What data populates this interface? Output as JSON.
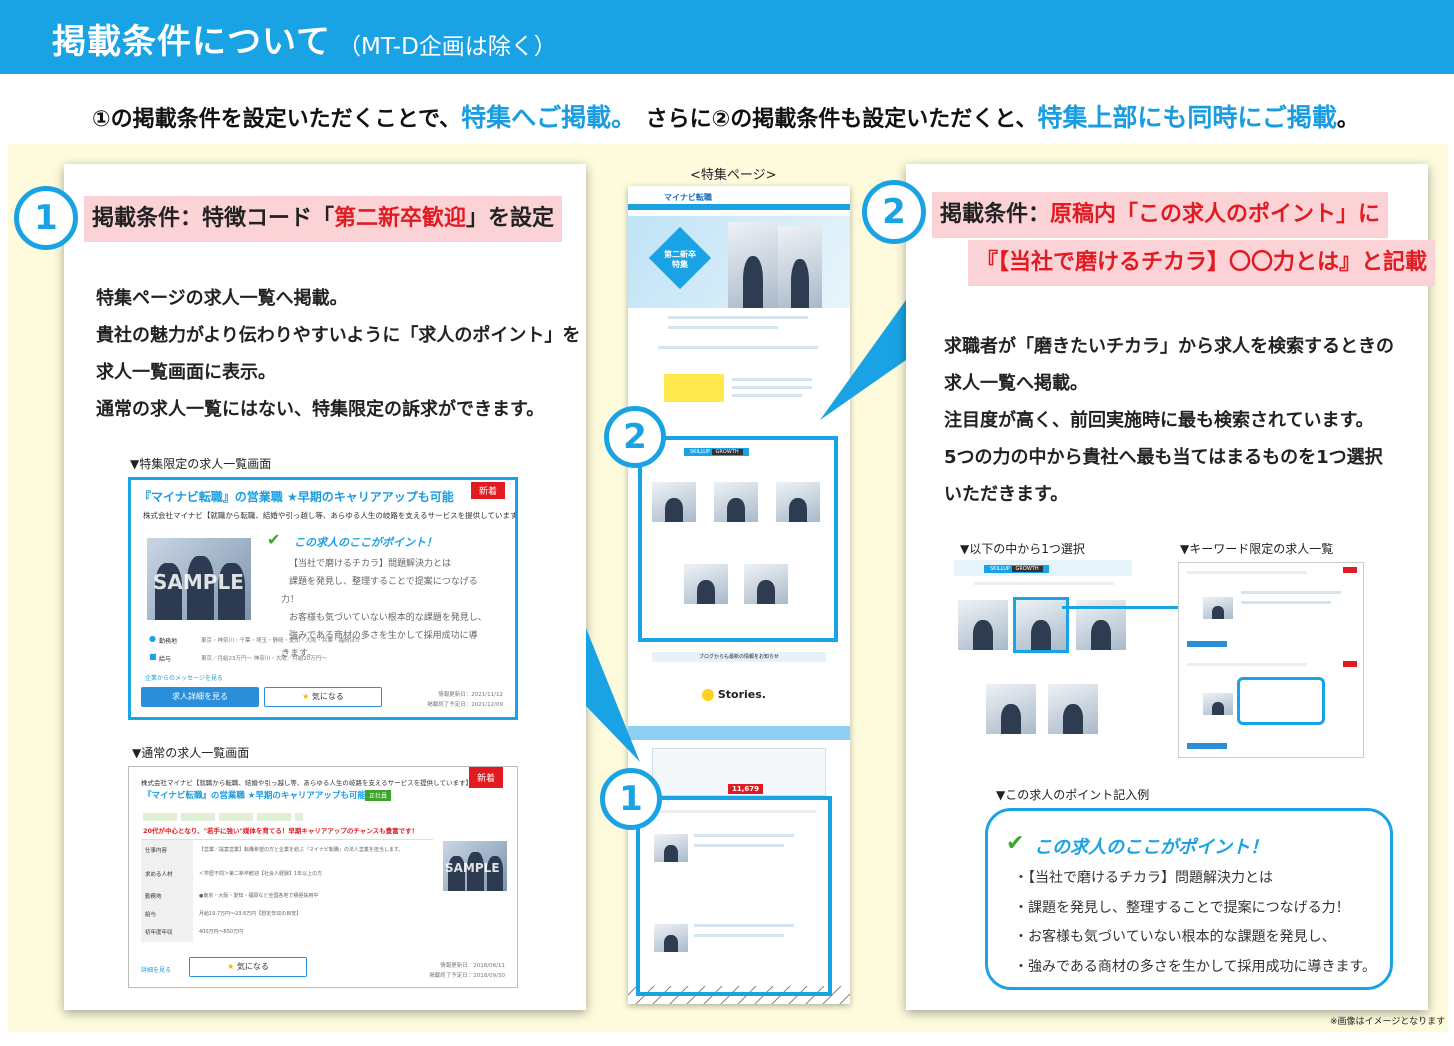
{
  "header": {
    "title": "掲載条件について",
    "subtitle": "（MT-D企画は除く）"
  },
  "lead": {
    "part1": "①の掲載条件を設定いただくことで、",
    "hl1": "特集へご掲載。",
    "part2": "　さらに②の掲載条件も設定いただくと、",
    "hl2": "特集上部にも同時にご掲載",
    "part3": "。"
  },
  "left": {
    "num": "1",
    "cond_pre": "掲載条件：特徴コード「",
    "cond_hl": "第二新卒歓迎",
    "cond_post": "」を設定",
    "body": [
      "特集ページの求人一覧へ掲載。",
      "貴社の魅力がより伝わりやすいように「求人のポイント」を",
      "求人一覧画面に表示。",
      "通常の求人一覧にはない、特集限定の訴求ができます。"
    ],
    "cap1": "▼特集限定の求人一覧画面",
    "cap2": "▼通常の求人一覧画面",
    "card1": {
      "title": "『マイナビ転職』の営業職 ★早期のキャリアアップも可能",
      "badge": "新着",
      "company": "株式会社マイナビ【就職から転職、結婚や引っ越し等、あらゆる人生の岐路を支えるサービスを提供しています】",
      "point_title": "この求人のここがポイント！",
      "points": [
        "【当社で磨けるチカラ】問題解決力とは",
        "課題を発見し、整理することで提案につなげる",
        "力！",
        "お客様も気づいていない根本的な課題を発見し、",
        "強みである商材の多さを生かして採用成功に導",
        "きます。"
      ],
      "sample": "SAMPLE",
      "label1": "勤務地",
      "val1": "東京・神奈川・千葉・埼玉・静岡・愛知・大阪・兵庫・福岡ほか",
      "label2": "給与",
      "val2": "東京／月給23万円〜 神奈川・大阪／月給20万円〜",
      "link": "企業からのメッセージを見る",
      "btn1": "求人詳細を見る",
      "btn2": "気になる",
      "date1": "情報更新日：2021/11/12",
      "date2": "掲載終了予定日：2021/12/09"
    },
    "card2": {
      "company": "株式会社マイナビ【就職から転職、結婚や引っ越し等、あらゆる人生の岐路を支えるサービスを提供しています】",
      "title": "『マイナビ転職』の営業職 ★早期のキャリアアップも可能",
      "tag": "正社員",
      "badge": "新着",
      "catch": "20代が中心となり、\"若手に強い\"媒体を育てる！早期キャリアアップのチャンスも豊富です！",
      "rows": [
        [
          "仕事内容",
          "【営業／提案営業】転職希望の方と企業を結ぶ『マイナビ転職』の法人営業を担当します。"
        ],
        [
          "求める人材",
          "＜学歴不問＞第二新卒歓迎【社会人経験】1年以上の方"
        ],
        [
          "勤務地",
          "●東京・大阪・愛知・福岡など全国各地で積極採用中"
        ],
        [
          "給与",
          "月給19.7万円〜23.6万円【想定年収の目安】"
        ],
        [
          "初年度年収",
          "400万円〜650万円"
        ]
      ],
      "sample": "SAMPLE",
      "link": "詳細を見る",
      "btn": "気になる",
      "date1": "情報更新日：2018/08/11",
      "date2": "掲載終了予定日：2018/09/30"
    }
  },
  "center": {
    "caption": "<特集ページ>",
    "brand": "マイナビ転職",
    "hero": "第二新卒 特集",
    "skill_label": "SKILLUP",
    "growth_label": "GROWTH",
    "blog": "ブログからも最新の情報をお知らせ",
    "stories": "Stories.",
    "count": "11,679",
    "num1": "1",
    "num2": "2"
  },
  "right": {
    "num": "2",
    "cond1_pre": "掲載条件：",
    "cond1_hl": "原稿内「この求人のポイント」に",
    "cond2_hl": "『【当社で磨けるチカラ】〇〇力とは』と記載",
    "body": [
      "求職者が「磨きたいチカラ」から求人を検索するときの",
      "求人一覧へ掲載。",
      "注目度が高く、前回実施時に最も検索されています。",
      "5つの力の中から貴社へ最も当てはまるものを1つ選択",
      "いただきます。"
    ],
    "cap1": "▼以下の中から1つ選択",
    "cap2": "▼キーワード限定の求人一覧",
    "cap3": "▼この求人のポイント記入例",
    "point_title": "この求人のここがポイント！",
    "points": [
      "【当社で磨けるチカラ】問題解決力とは",
      "課題を発見し、整理することで提案につなげる力！",
      "お客様も気づいていない根本的な課題を発見し、",
      "強みである商材の多さを生かして採用成功に導きます。"
    ]
  },
  "footnote": "※画像はイメージとなります",
  "colors": {
    "accent": "#1aa3e4",
    "highlight": "#e01b22",
    "pink": "#fbd3d6",
    "band": "#fdfbdc"
  }
}
